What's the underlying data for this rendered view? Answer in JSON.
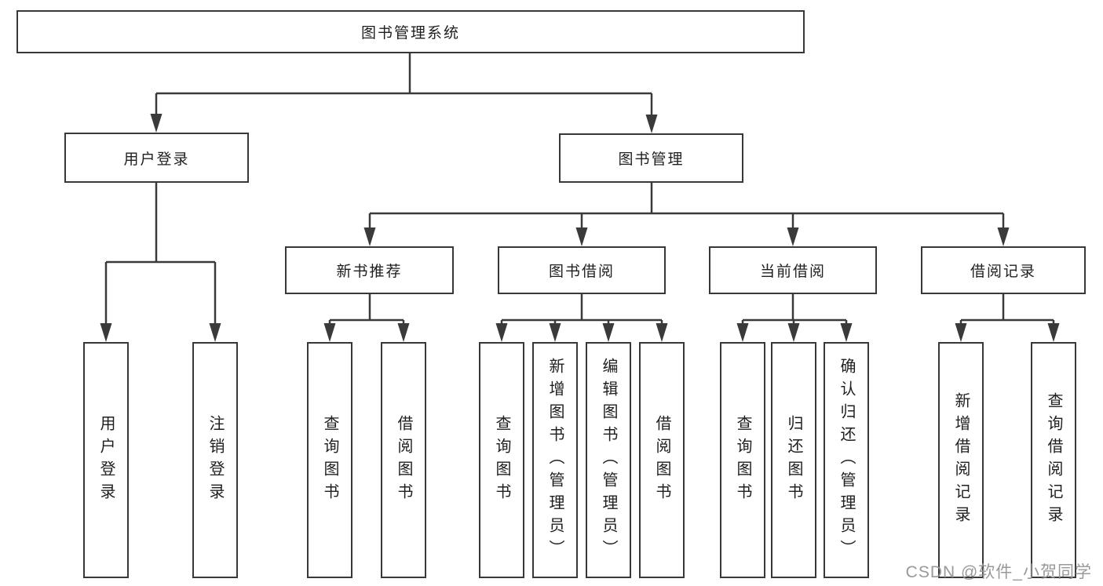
{
  "diagram": {
    "root": {
      "label": "图书管理系统"
    },
    "branches": [
      {
        "label": "用户登录",
        "children": [
          {
            "label": "用户登录"
          },
          {
            "label": "注销登录"
          }
        ]
      },
      {
        "label": "图书管理",
        "children": [
          {
            "label": "新书推荐",
            "children": [
              {
                "label": "查询图书"
              },
              {
                "label": "借阅图书"
              }
            ]
          },
          {
            "label": "图书借阅",
            "children": [
              {
                "label": "查询图书"
              },
              {
                "label": "新增图书（管理员）"
              },
              {
                "label": "编辑图书（管理员）"
              },
              {
                "label": "借阅图书"
              }
            ]
          },
          {
            "label": "当前借阅",
            "children": [
              {
                "label": "查询图书"
              },
              {
                "label": "归还图书"
              },
              {
                "label": "确认归还（管理员）"
              }
            ]
          },
          {
            "label": "借阅记录",
            "children": [
              {
                "label": "新增借阅记录"
              },
              {
                "label": "查询借阅记录"
              }
            ]
          }
        ]
      }
    ],
    "watermark": "CSDN @软件_小贺同学",
    "colors": {
      "line": "#3a3a3a",
      "border": "#383838",
      "text": "#1f1f1f",
      "watermark": "#949494",
      "background": "#ffffff"
    }
  }
}
